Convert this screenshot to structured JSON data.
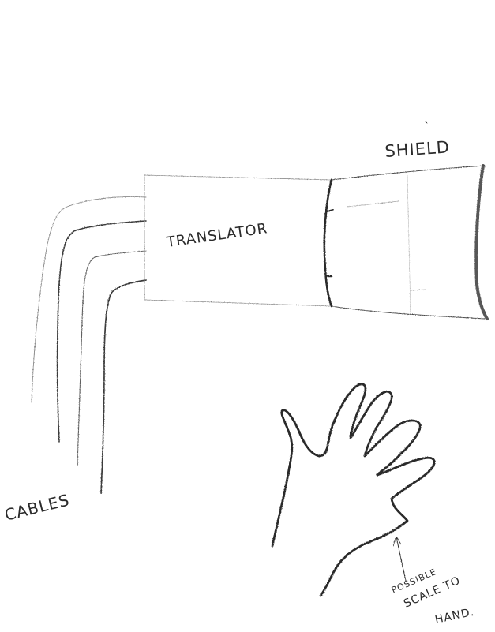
{
  "labels": {
    "shield": "SHIELD",
    "translator": "TRANSLATOR",
    "cables": "CABLES",
    "hand_note": [
      "POSSIBLE",
      "SCALE TO",
      "HAND."
    ]
  }
}
